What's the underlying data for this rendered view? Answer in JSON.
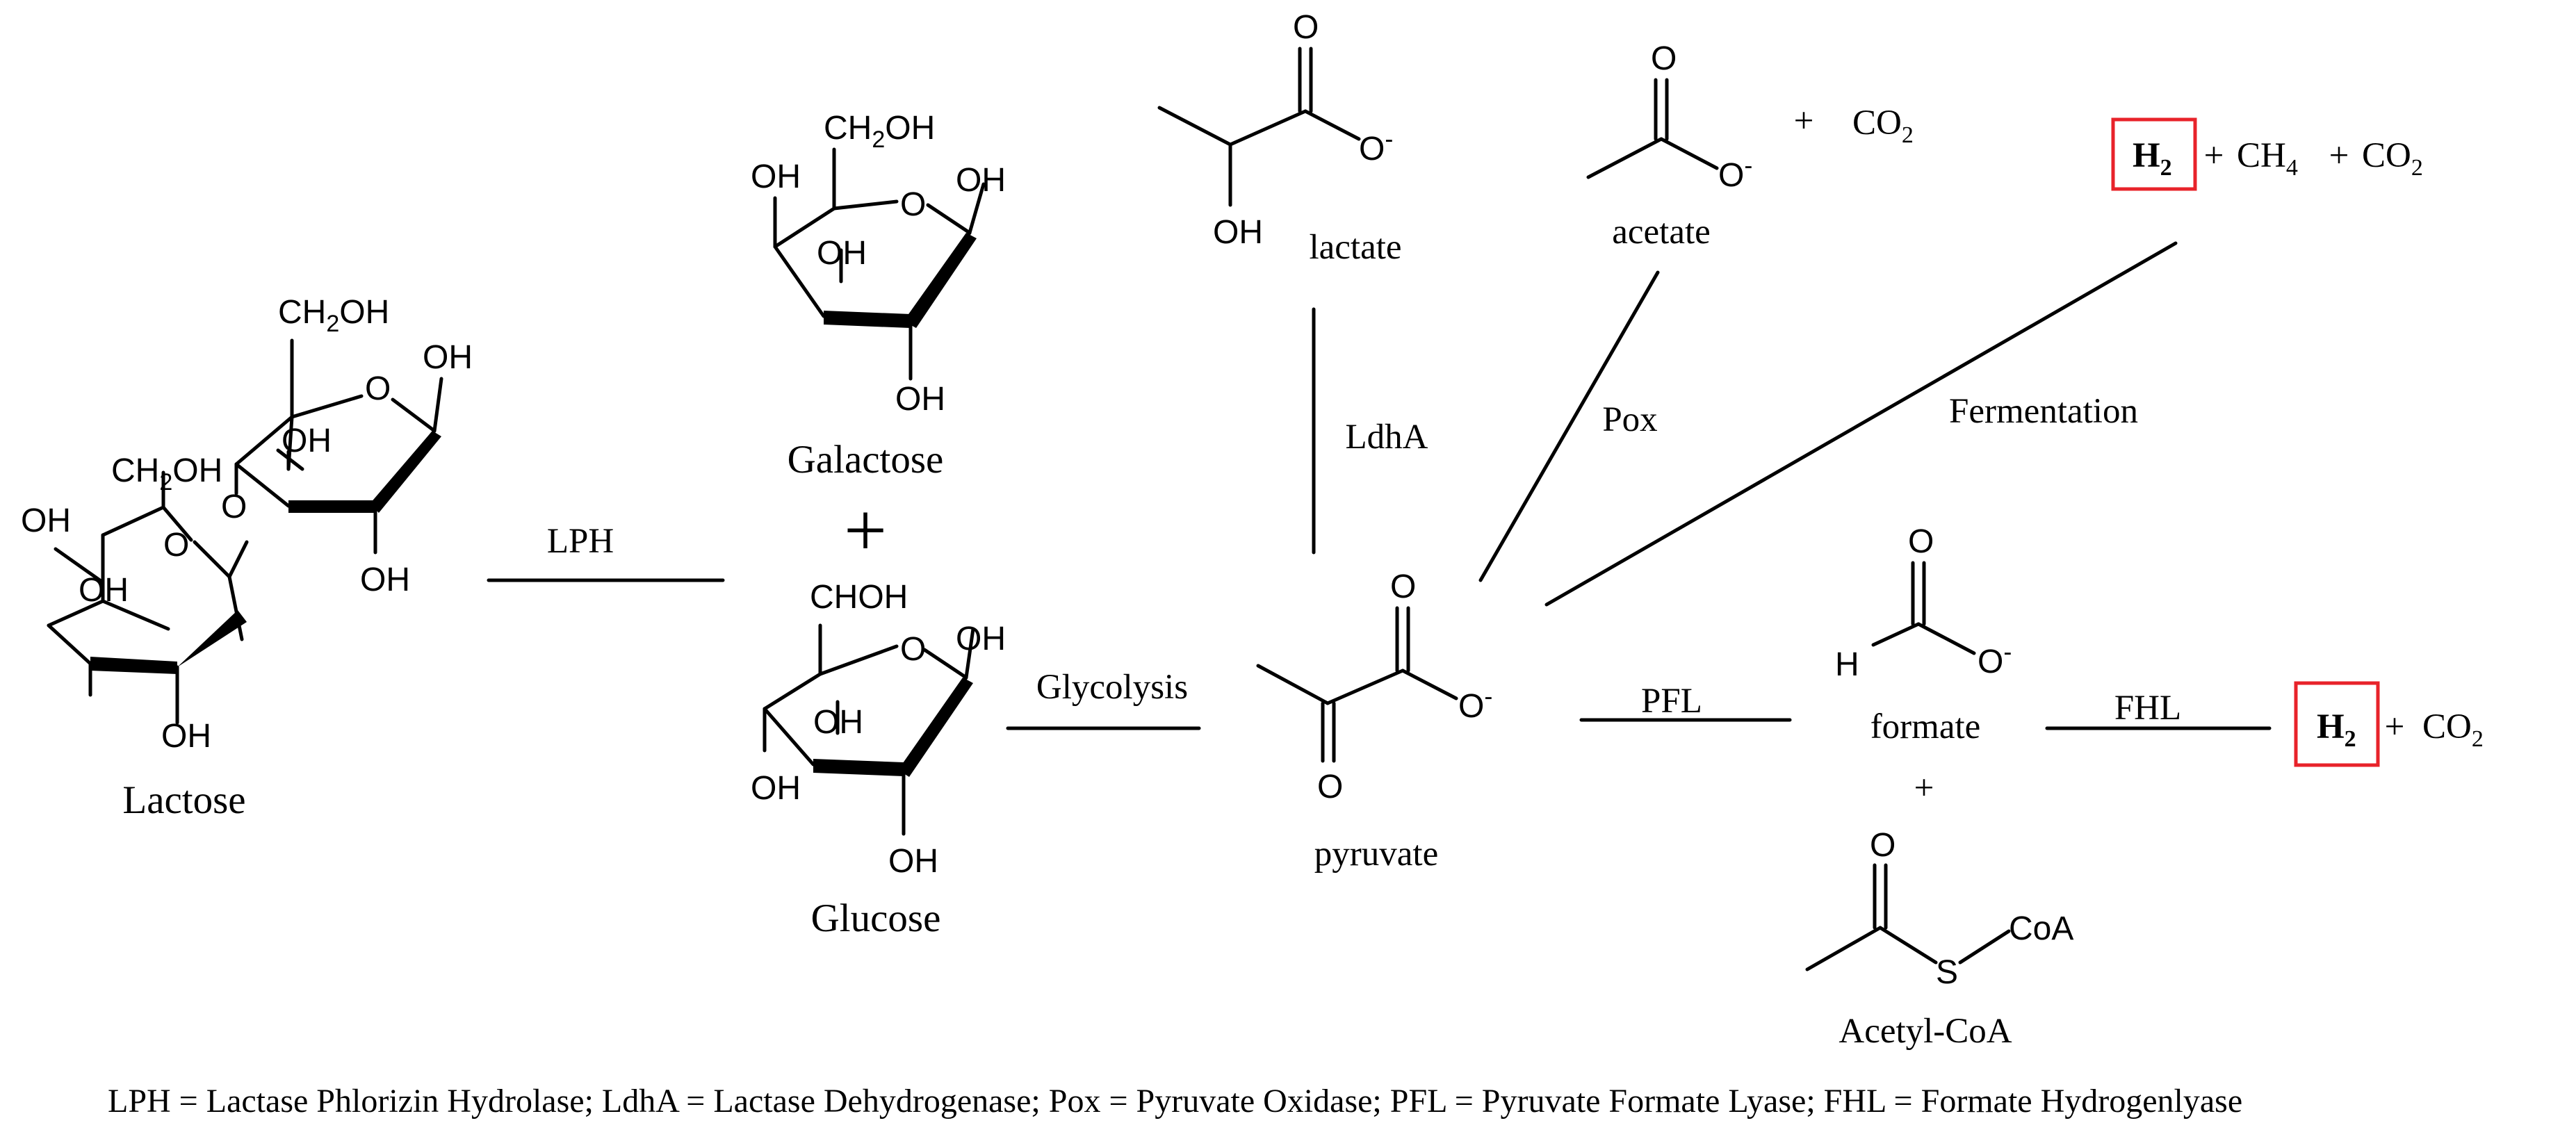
{
  "molecules": {
    "lactose": {
      "name": "Lactose",
      "atoms": {
        "oh_ring1": "OH",
        "oh_a": "OH",
        "oh_b": "OH",
        "ch2oh_1": "CH",
        "ch2oh_1_sub": "2",
        "ch2oh_1_tail": "OH",
        "ring_o1": "O",
        "link_o": "O",
        "ring_o2": "O",
        "ch2oh_2": "CH",
        "ch2oh_2_sub": "2",
        "ch2oh_2_tail": "OH",
        "oh_c": "OH",
        "oh_d": "OH",
        "oh_e": "OH"
      }
    },
    "galactose": {
      "name": "Galactose",
      "atoms": {
        "ch2oh": "CH",
        "ch2oh_sub": "2",
        "ch2oh_tail": "OH",
        "ring_o": "O",
        "oh_left": "OH",
        "oh_right": "OH",
        "oh_mid": "OH",
        "oh_bottom": "OH"
      }
    },
    "plus_sign": "+",
    "glucose": {
      "name": "Glucose",
      "atoms": {
        "chohtop": "CHOH",
        "ring_o": "O",
        "oh_right": "OH",
        "oh_mid": "OH",
        "oh_left": "OH",
        "oh_bottom": "OH"
      }
    },
    "pyruvate": {
      "name": "pyruvate",
      "atoms": {
        "o_top": "O",
        "o_minus": "O",
        "minus": "-",
        "o_bottom": "O"
      }
    },
    "lactate": {
      "name": "lactate",
      "atoms": {
        "o_top": "O",
        "o_minus": "O",
        "minus": "-",
        "oh": "OH"
      }
    },
    "acetate": {
      "name": "acetate",
      "atoms": {
        "o_top": "O",
        "o_minus": "O",
        "minus": "-"
      },
      "plus": "+",
      "co2": "CO",
      "co2_sub": "2"
    },
    "formate": {
      "name": "formate",
      "atoms": {
        "o_top": "O",
        "h": "H",
        "o_minus": "O",
        "minus": "-"
      },
      "plus": "+"
    },
    "acetyl_coa": {
      "name": "Acetyl-CoA",
      "atoms": {
        "o_top": "O",
        "s": "S",
        "coa": "CoA"
      }
    }
  },
  "arrows": {
    "lph": "LPH",
    "glycolysis": "Glycolysis",
    "ldha": "LdhA",
    "pox": "Pox",
    "fermentation": "Fermentation",
    "pfl": "PFL",
    "fhl": "FHL"
  },
  "products": {
    "fermentation": {
      "h2": "H",
      "h2_sub": "2",
      "plus1": "+",
      "ch4": "CH",
      "ch4_sub": "4",
      "plus2": "+",
      "co2": "CO",
      "co2_sub": "2"
    },
    "fhl": {
      "h2": "H",
      "h2_sub": "2",
      "plus": "+",
      "co2": "CO",
      "co2_sub": "2"
    }
  },
  "highlight_color": "#e8232a",
  "footnote": "LPH = Lactase Phlorizin Hydrolase; LdhA = Lactase Dehydrogenase; Pox = Pyruvate Oxidase; PFL = Pyruvate Formate Lyase; FHL = Formate Hydrogenlyase"
}
